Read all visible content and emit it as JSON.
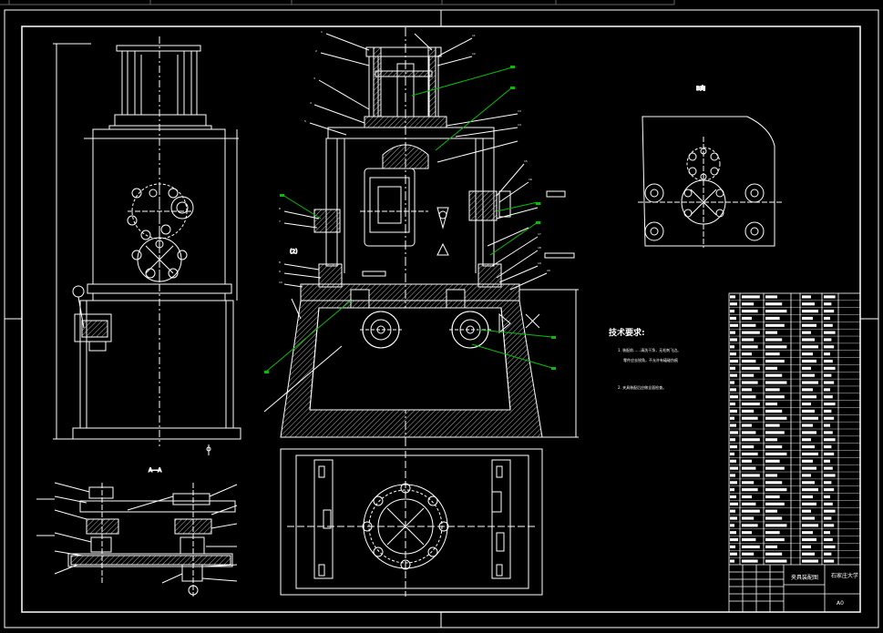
{
  "window": {
    "tabs_strip": [
      "",
      "",
      "",
      "",
      ""
    ]
  },
  "drawing": {
    "colors": {
      "background": "#000000",
      "line": "#ffffff",
      "leader_green": "#00c000",
      "hatch": "#dcdcdc"
    },
    "notes_title": "技术要求:",
    "notes": [
      "1. 装配前……清洗干净，无毛刺飞边。",
      "零件应去锐角，不允许有磕碰伤痕",
      "2. 夹具装配后应做全面检查。"
    ],
    "section_label_a": "A—A",
    "view_label_b": "B向",
    "title_block": {
      "drawing_name": "夹具装配图",
      "school": "石家庄大学",
      "scale": "A0"
    },
    "bom_rows": 38,
    "callouts_left": [
      "1",
      "2",
      "3",
      "4",
      "5",
      "6",
      "7",
      "8",
      "9",
      "10"
    ],
    "callouts_right": [
      "11",
      "12",
      "13",
      "14",
      "15",
      "16",
      "17",
      "18",
      "19",
      "20"
    ],
    "small_label": "(2)"
  }
}
